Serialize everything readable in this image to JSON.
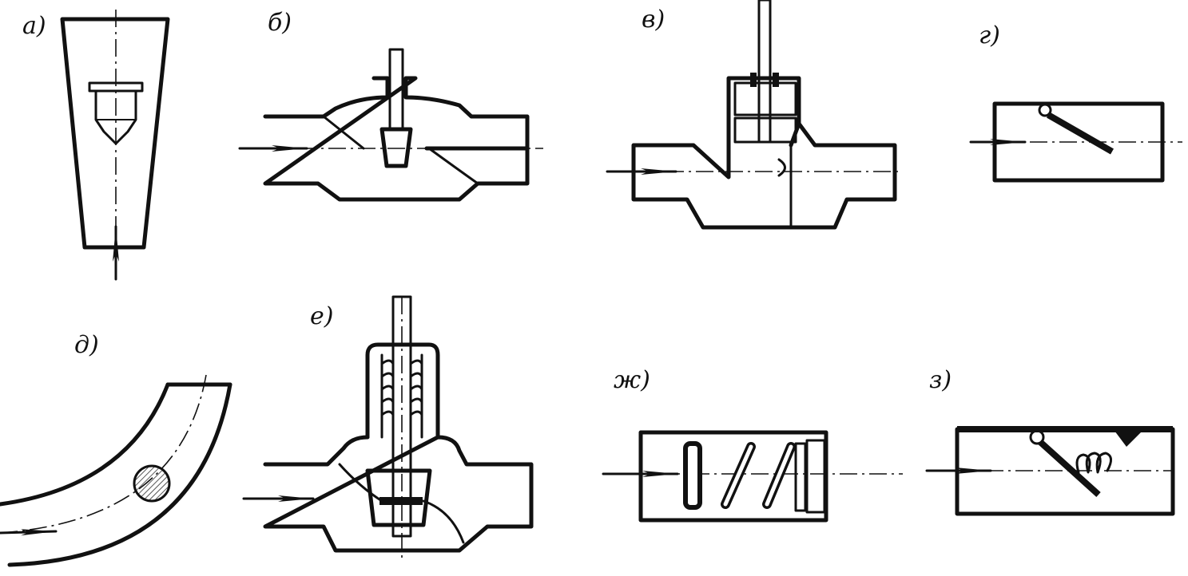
{
  "labels": {
    "a": "а)",
    "b": "б)",
    "v": "в)",
    "g": "г)",
    "d": "д)",
    "e": "е)",
    "zh": "ж)",
    "z": "з)"
  },
  "colors": {
    "ink": "#111111",
    "paper": "#ffffff"
  }
}
